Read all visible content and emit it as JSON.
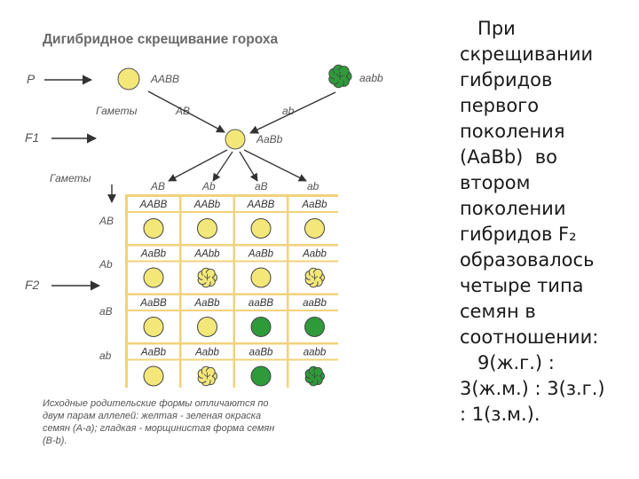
{
  "figure": {
    "title": "Дигибридное скрещивание гороха",
    "row_labels": {
      "p": "P",
      "f1": "F1",
      "f2": "F2"
    },
    "parents": [
      {
        "genotype": "AABB",
        "seed": "yellow-smooth"
      },
      {
        "genotype": "aabb",
        "seed": "green-wrinkled"
      }
    ],
    "gametes_label": "Гаметы",
    "parent_gametes": [
      "AB",
      "ab"
    ],
    "f1": {
      "genotype": "AaBb",
      "seed": "yellow-smooth"
    },
    "f1_gametes": [
      "AB",
      "Ab",
      "aB",
      "ab"
    ],
    "punnett": [
      [
        {
          "g": "AABB",
          "seed": "yellow-smooth"
        },
        {
          "g": "AABb",
          "seed": "yellow-smooth"
        },
        {
          "g": "AABB",
          "seed": "yellow-smooth"
        },
        {
          "g": "AaBb",
          "seed": "yellow-smooth"
        }
      ],
      [
        {
          "g": "AaBb",
          "seed": "yellow-smooth"
        },
        {
          "g": "AAbb",
          "seed": "yellow-wrinkled"
        },
        {
          "g": "AaBb",
          "seed": "yellow-smooth"
        },
        {
          "g": "Aabb",
          "seed": "yellow-wrinkled"
        }
      ],
      [
        {
          "g": "AaBB",
          "seed": "yellow-smooth"
        },
        {
          "g": "AaBb",
          "seed": "yellow-smooth"
        },
        {
          "g": "aaBB",
          "seed": "green-smooth"
        },
        {
          "g": "aaBb",
          "seed": "green-smooth"
        }
      ],
      [
        {
          "g": "AaBb",
          "seed": "yellow-smooth"
        },
        {
          "g": "Aabb",
          "seed": "yellow-wrinkled"
        },
        {
          "g": "aaBb",
          "seed": "green-smooth"
        },
        {
          "g": "aabb",
          "seed": "green-wrinkled"
        }
      ]
    ],
    "caption_lines": [
      "Исходные родительские формы отличаются по",
      "двум парам аллелей: желтая - зеленая окраска",
      "семян (А-а); гладкая - морщинистая форма семян",
      "(В-b)."
    ],
    "colors": {
      "yellow": "#f3e77a",
      "green": "#2f9a3a",
      "grid": "#f2d27a",
      "cell": "#ffffff"
    }
  },
  "text_lines": [
    "   При",
    "скрещивании",
    "гибридов",
    "первого",
    "поколения",
    "(AaBb)  во",
    "втором",
    "поколении",
    "гибридов F₂",
    "образовалось",
    "четыре типа",
    "семян в",
    "соотношении:",
    "   9(ж.г.) :",
    "3(ж.м.) : 3(з.г.)",
    ": 1(з.м.)."
  ]
}
